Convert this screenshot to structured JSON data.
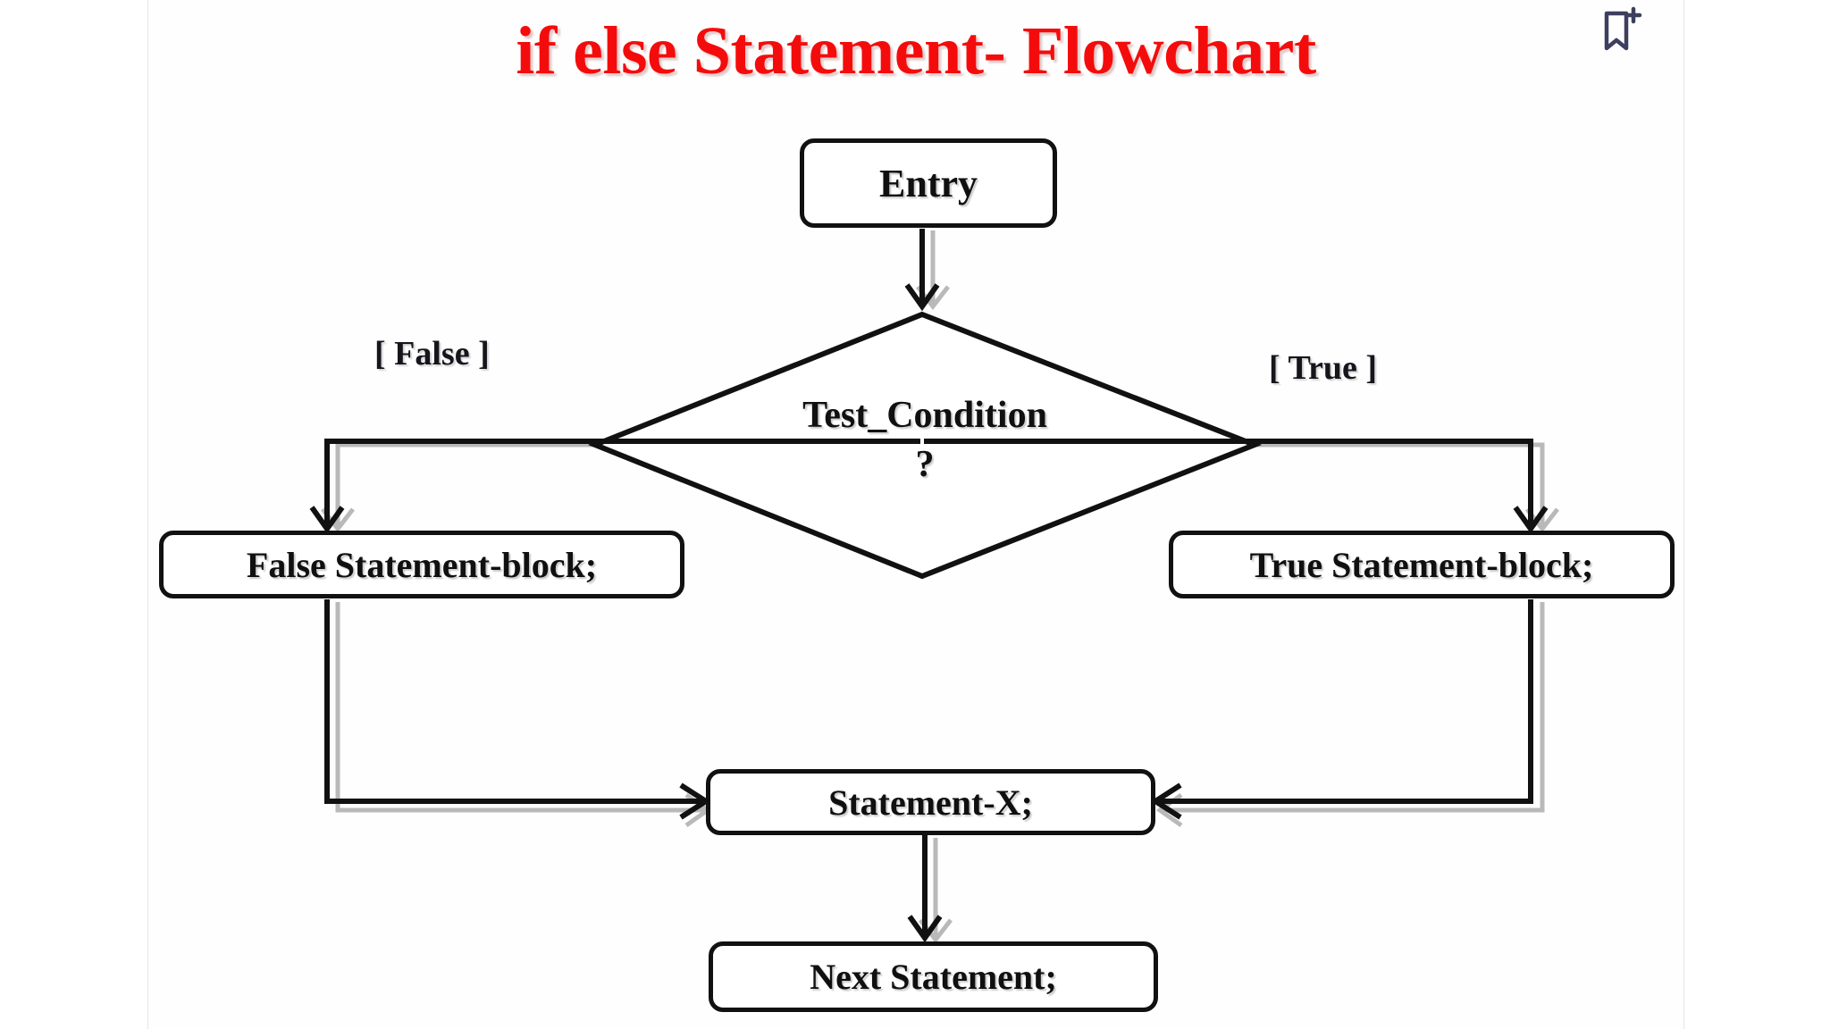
{
  "document": {
    "title": "if else Statement- Flowchart",
    "title_color": "#f40c0c",
    "page_background": "#fefefe"
  },
  "toolbar": {
    "bookmark_icon": "bookmark-add-icon",
    "bookmark_icon_color": "#3e3f5e"
  },
  "chart_data": {
    "type": "diagram",
    "title": "if else Statement- Flowchart",
    "nodes": [
      {
        "id": "entry",
        "label": "Entry",
        "shape": "rounded-rect"
      },
      {
        "id": "decision",
        "label": "Test_Condition",
        "label_line2": "?",
        "shape": "diamond"
      },
      {
        "id": "false_block",
        "label": "False Statement-block;",
        "shape": "rounded-rect"
      },
      {
        "id": "true_block",
        "label": "True Statement-block;",
        "shape": "rounded-rect"
      },
      {
        "id": "statement_x",
        "label": "Statement-X;",
        "shape": "rounded-rect"
      },
      {
        "id": "next_stmt",
        "label": "Next Statement;",
        "shape": "rounded-rect"
      }
    ],
    "edges": [
      {
        "from": "entry",
        "to": "decision",
        "label": ""
      },
      {
        "from": "decision",
        "to": "false_block",
        "label": "[ False ]"
      },
      {
        "from": "decision",
        "to": "true_block",
        "label": "[ True ]"
      },
      {
        "from": "false_block",
        "to": "statement_x",
        "label": ""
      },
      {
        "from": "true_block",
        "to": "statement_x",
        "label": ""
      },
      {
        "from": "statement_x",
        "to": "next_stmt",
        "label": ""
      }
    ],
    "edge_labels": {
      "false_branch": "[ False ]",
      "true_branch": "[ True ]"
    },
    "stroke_color": "#111111",
    "shadow_color": "#b9b9b9"
  }
}
